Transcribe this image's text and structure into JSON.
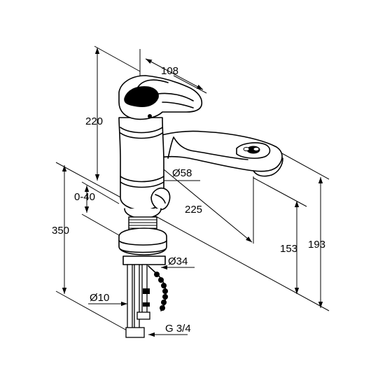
{
  "dimensions": {
    "spout_reach_top": "108",
    "height_body": "220",
    "adjust_range": "0-40",
    "total_length": "350",
    "spout_reach": "225",
    "diam_body": "Ø58",
    "diam_shank": "Ø34",
    "diam_hose": "Ø10",
    "thread": "G 3/4",
    "spout_height": "153",
    "total_height": "193"
  }
}
